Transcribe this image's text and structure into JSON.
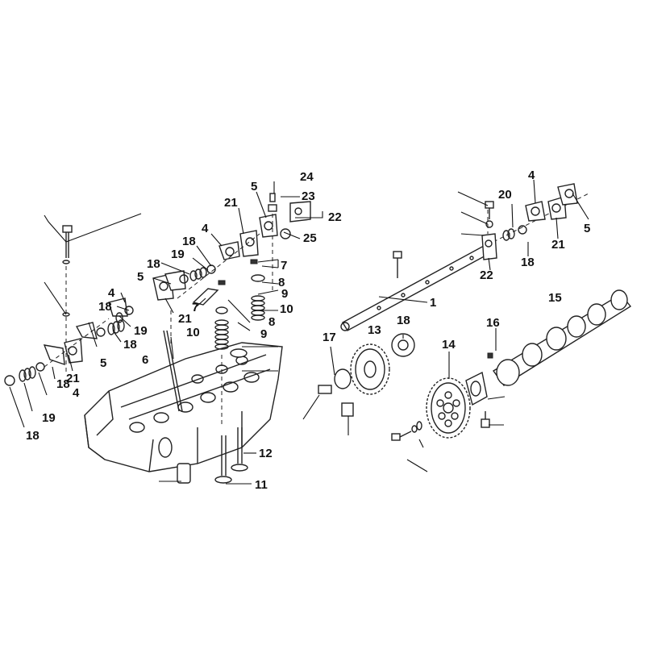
{
  "diagram": {
    "callouts": {
      "c1": "1",
      "c4a": "4",
      "c4b": "4",
      "c4c": "4",
      "c4d": "4",
      "c5a": "5",
      "c5b": "5",
      "c5c": "5",
      "c5d": "5",
      "c6": "6",
      "c7a": "7",
      "c7b": "7",
      "c8a": "8",
      "c8b": "8",
      "c9a": "9",
      "c9b": "9",
      "c10a": "10",
      "c10b": "10",
      "c11": "11",
      "c12": "12",
      "c13": "13",
      "c14": "14",
      "c15": "15",
      "c16": "16",
      "c17": "17",
      "c18a": "18",
      "c18b": "18",
      "c18c": "18",
      "c18d": "18",
      "c18e": "18",
      "c18f": "18",
      "c18g": "18",
      "c18h": "18",
      "c19a": "19",
      "c19b": "19",
      "c19c": "19",
      "c20": "20",
      "c21a": "21",
      "c21b": "21",
      "c21c": "21",
      "c21d": "21",
      "c22a": "22",
      "c22b": "22",
      "c23": "23",
      "c24": "24",
      "c25": "25"
    }
  }
}
